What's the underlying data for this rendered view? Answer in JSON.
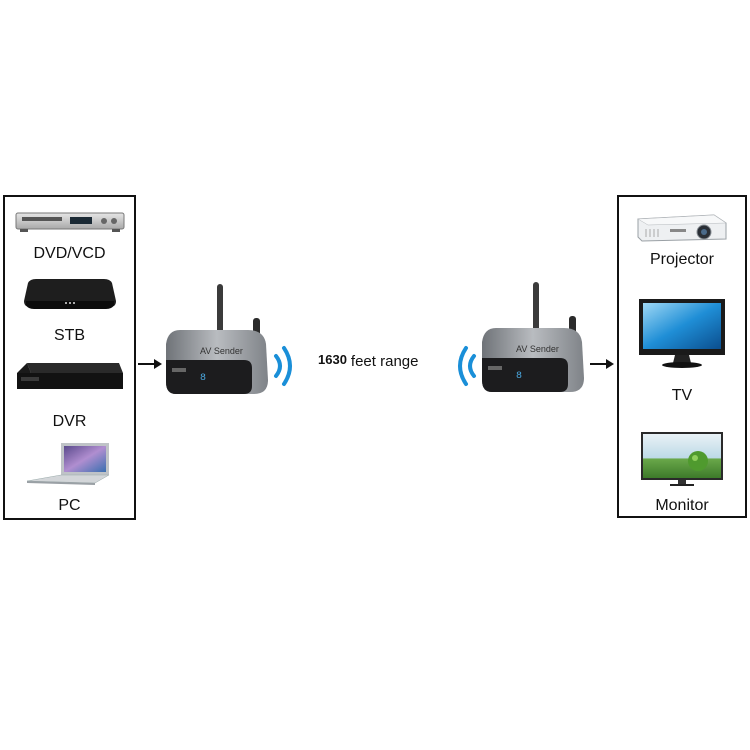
{
  "source_devices": [
    {
      "label": "DVD/VCD",
      "icon": "dvd-player-icon"
    },
    {
      "label": "STB",
      "icon": "set-top-box-icon"
    },
    {
      "label": "DVR",
      "icon": "dvr-icon"
    },
    {
      "label": "PC",
      "icon": "laptop-icon"
    }
  ],
  "display_devices": [
    {
      "label": "Projector",
      "icon": "projector-icon"
    },
    {
      "label": "TV",
      "icon": "tv-icon"
    },
    {
      "label": "Monitor",
      "icon": "monitor-icon"
    }
  ],
  "link": {
    "range_value": "1630",
    "range_text": "feet range"
  },
  "transmitter": {
    "panel_text": "AV Sender",
    "display_digit": "8"
  },
  "receiver": {
    "panel_text": "AV Sender",
    "display_digit": "8"
  },
  "colors": {
    "signal": "#1a8fd8",
    "device_body": "#8a8e93",
    "device_front": "#1c1c1e",
    "border": "#111111"
  }
}
